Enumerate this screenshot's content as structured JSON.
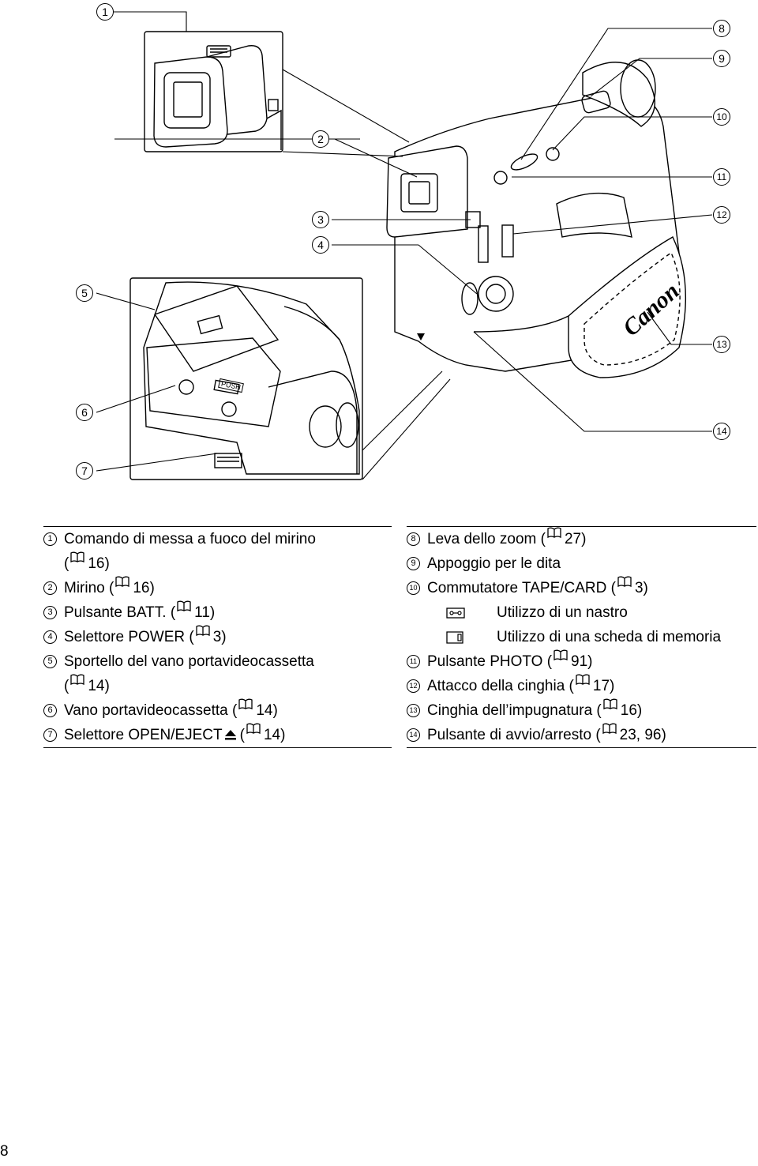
{
  "figure": {
    "callouts": [
      "1",
      "2",
      "3",
      "4",
      "5",
      "6",
      "7",
      "8",
      "9",
      "10",
      "11",
      "12",
      "13",
      "14"
    ],
    "door_label": "PUSH",
    "brand": "Canon"
  },
  "legend_left": [
    {
      "num": "1",
      "parts": [
        "Comando di messa a fuoco del mirino"
      ]
    },
    {
      "num": "",
      "parts": [
        "(",
        " 16)"
      ]
    },
    {
      "num": "2",
      "parts": [
        "Mirino (",
        " 16)"
      ]
    },
    {
      "num": "3",
      "parts": [
        "Pulsante BATT. (",
        " 11)"
      ]
    },
    {
      "num": "4",
      "parts": [
        "Selettore POWER (",
        " 3)"
      ]
    },
    {
      "num": "5",
      "parts": [
        "Sportello del vano portavideocassetta"
      ]
    },
    {
      "num": "",
      "parts": [
        "(",
        " 14)"
      ]
    },
    {
      "num": "6",
      "parts": [
        "Vano portavideocassetta (",
        " 14)"
      ]
    },
    {
      "num": "7",
      "parts": [
        "Selettore OPEN/EJECT ",
        " (",
        " 14)"
      ]
    }
  ],
  "legend_right": [
    {
      "num": "8",
      "text_a": "Leva dello zoom (",
      "text_b": " 27)"
    },
    {
      "num": "9",
      "text_a": "Appoggio per le dita",
      "text_b": ""
    },
    {
      "num": "10",
      "text_a": "Commutatore TAPE/CARD (",
      "text_b": " 3)"
    },
    {
      "num": "",
      "icon": "tape-icon",
      "text_a": "Utilizzo di un nastro",
      "text_b": ""
    },
    {
      "num": "",
      "icon": "card-icon",
      "text_a": "Utilizzo di una scheda di memoria",
      "text_b": ""
    },
    {
      "num": "11",
      "text_a": "Pulsante PHOTO (",
      "text_b": " 91)"
    },
    {
      "num": "12",
      "text_a": "Attacco della cinghia (",
      "text_b": " 17)"
    },
    {
      "num": "13",
      "text_a": "Cinghia dell’impugnatura (",
      "text_b": " 16)"
    },
    {
      "num": "14",
      "text_a": "Pulsante di avvio/arresto (",
      "text_b": " 23, 96)"
    }
  ],
  "page_number": "8"
}
